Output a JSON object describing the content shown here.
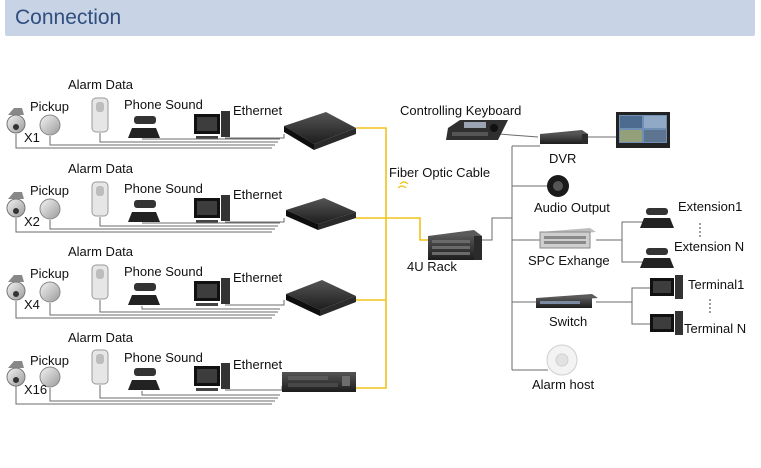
{
  "header": {
    "title": "Connection"
  },
  "sources": [
    {
      "alarm": "Alarm Data",
      "pickup": "Pickup",
      "phone": "Phone Sound",
      "ethernet": "Ethernet",
      "multiplier": "X1"
    },
    {
      "alarm": "Alarm Data",
      "pickup": "Pickup",
      "phone": "Phone Sound",
      "ethernet": "Ethernet",
      "multiplier": "X2"
    },
    {
      "alarm": "Alarm Data",
      "pickup": "Pickup",
      "phone": "Phone Sound",
      "ethernet": "Ethernet",
      "multiplier": "X4"
    },
    {
      "alarm": "Alarm Data",
      "pickup": "Pickup",
      "phone": "Phone Sound",
      "ethernet": "Ethernet",
      "multiplier": "X16"
    }
  ],
  "center": {
    "fiber": "Fiber  Optic  Cable",
    "rack": "4U Rack"
  },
  "right": {
    "keyboard": "Controlling Keyboard",
    "dvr": "DVR",
    "audio": "Audio Output",
    "spc": "SPC Exhange",
    "extension1": "Extension1",
    "extensionN": "Extension N",
    "switch": "Switch",
    "terminal1": "Terminal1",
    "terminalN": "Terminal N",
    "alarm_host": "Alarm host"
  },
  "colors": {
    "header_bg": "#c9d3e6",
    "header_text": "#2f4f7f",
    "fiber": "#f2c21b",
    "wire": "#6b6b6b"
  }
}
